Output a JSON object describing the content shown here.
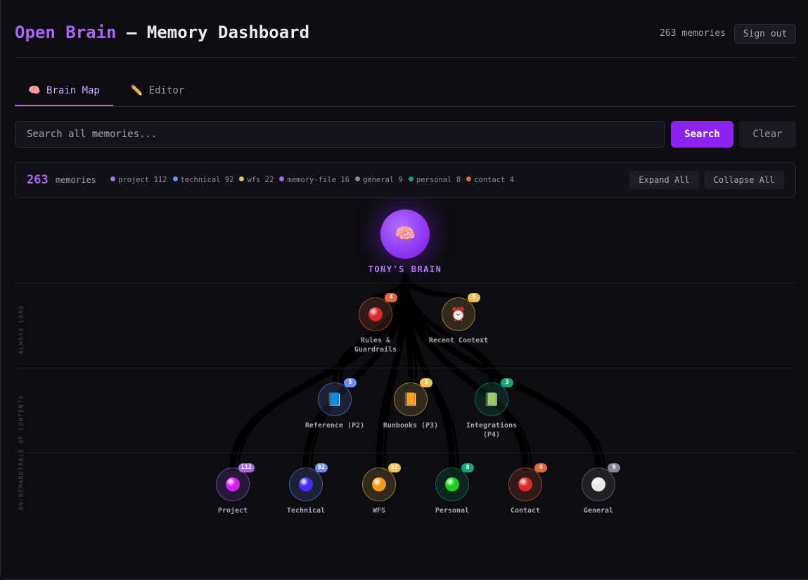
{
  "header": {
    "brand": "Open Brain",
    "title_rest": " — Memory Dashboard",
    "memory_count": "263 memories",
    "sign_out": "Sign out"
  },
  "tabs": [
    {
      "icon": "🧠",
      "label": "Brain Map",
      "active": true
    },
    {
      "icon": "✏️",
      "label": "Editor",
      "active": false
    }
  ],
  "search": {
    "placeholder": "Search all memories...",
    "value": "",
    "search_label": "Search",
    "clear_label": "Clear"
  },
  "stats": {
    "total": "263",
    "label": "memories",
    "legend": [
      {
        "name": "project",
        "count": "112",
        "color": "#a866f7"
      },
      {
        "name": "technical",
        "count": "92",
        "color": "#6f8ef0"
      },
      {
        "name": "wfs",
        "count": "22",
        "color": "#f2c04f"
      },
      {
        "name": "memory-file",
        "count": "16",
        "color": "#a866f7"
      },
      {
        "name": "general",
        "count": "9",
        "color": "#8a8795"
      },
      {
        "name": "personal",
        "count": "8",
        "color": "#16a375"
      },
      {
        "name": "contact",
        "count": "4",
        "color": "#e8683e"
      }
    ],
    "expand_all": "Expand All",
    "collapse_all": "Collapse All"
  },
  "map": {
    "root": {
      "icon": "🧠",
      "label": "TONY'S BRAIN"
    },
    "bands": [
      {
        "label": "ALWAYS LOAD"
      },
      {
        "label": "ON-DEMANDTABLE OF CONTENTS"
      }
    ],
    "tier1": [
      {
        "label": "Rules &\nGuardrails",
        "count": "4",
        "icon": "orb",
        "color": "#e8683e",
        "orb": "#e02828"
      },
      {
        "label": "Recent Context",
        "count": "5",
        "icon": "⏰",
        "color": "#f2c04f"
      }
    ],
    "tier2": [
      {
        "label": "Reference (P2)",
        "count": "5",
        "icon": "📘",
        "color": "#6f8ef0"
      },
      {
        "label": "Runbooks (P3)",
        "count": "3",
        "icon": "📙",
        "color": "#f2c04f"
      },
      {
        "label": "Integrations\n(P4)",
        "count": "3",
        "icon": "📗",
        "color": "#16a375"
      }
    ],
    "tier3": [
      {
        "label": "Project",
        "count": "112",
        "color": "#a866f7",
        "orb": "#d21ff0"
      },
      {
        "label": "Technical",
        "count": "92",
        "color": "#6f8ef0",
        "orb": "#4a2cf0"
      },
      {
        "label": "WFS",
        "count": "22",
        "color": "#f2c04f",
        "orb": "#f29a16"
      },
      {
        "label": "Personal",
        "count": "8",
        "color": "#16a375",
        "orb": "#18d21a"
      },
      {
        "label": "Contact",
        "count": "4",
        "color": "#e8683e",
        "orb": "#e02828"
      },
      {
        "label": "General",
        "count": "9",
        "color": "#8a8795",
        "orb": "#e8e8e8"
      }
    ]
  }
}
